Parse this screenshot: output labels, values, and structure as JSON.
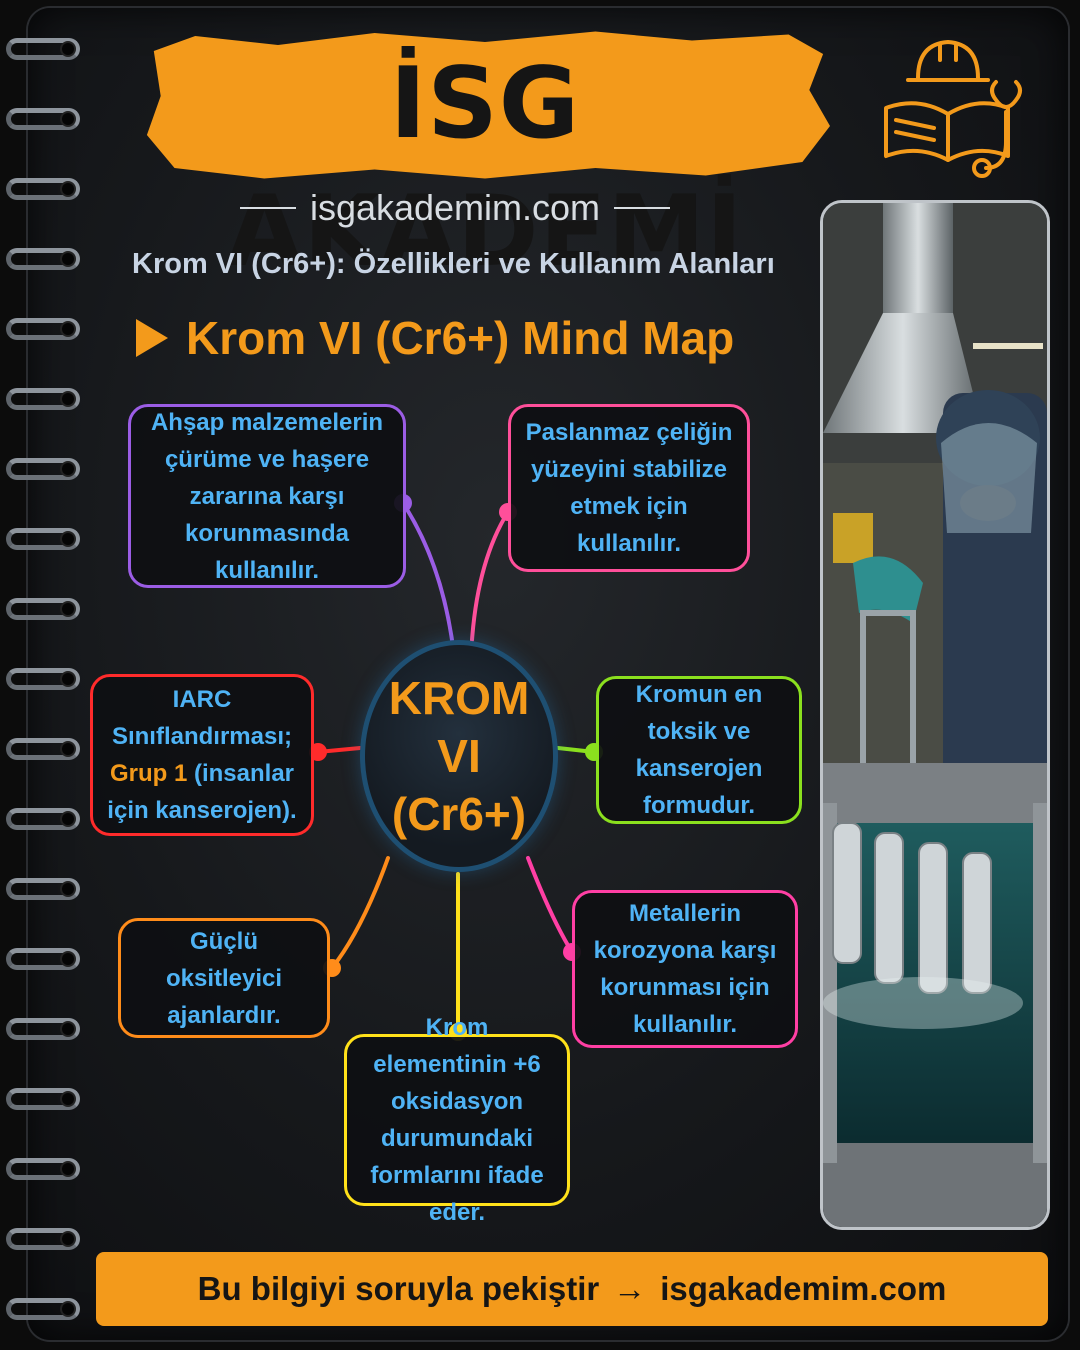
{
  "header": {
    "brand": "İSG AKADEMİ",
    "website": "isgakademim.com",
    "subtitle": "Krom VI (Cr6+): Özellikleri ve Kullanım Alanları",
    "section_title": "Krom VI (Cr6+) Mind Map"
  },
  "logo": {
    "icon": "hardhat-book-stethoscope-icon",
    "color": "#f39a1b"
  },
  "mindmap": {
    "center": {
      "line1": "KROM VI",
      "line2": "(Cr6+)"
    },
    "nodes": {
      "wood": {
        "text": "Ahşap malzemelerin çürüme ve haşere zararına karşı korunmasında kullanılır.",
        "color": "#9b5de5"
      },
      "steel": {
        "text": "Paslanmaz çeliğin yüzeyini stabilize etmek için kullanılır.",
        "color": "#ff4f9a"
      },
      "iarc": {
        "prefix": "IARC Sınıflandırması;",
        "emphasis": "Grup 1",
        "suffix": "(insanlar için kanserojen).",
        "color": "#ff2b2b"
      },
      "toxic": {
        "text": "Kromun en toksik ve kanserojen formudur.",
        "color": "#8be01e"
      },
      "oxidizer": {
        "text": "Güçlü oksitleyici ajanlardır.",
        "color": "#ff8c1a"
      },
      "corrosion": {
        "text": "Metallerin korozyona karşı korunması için kullanılır.",
        "color": "#ff3fa4"
      },
      "oxidation": {
        "text": "Krom elementinin +6 oksidasyon durumundaki formlarını ifade eder.",
        "color": "#ffe11a"
      }
    }
  },
  "photo": {
    "subject": "worker-electroplating-photo"
  },
  "footer": {
    "text": "Bu bilgiyi soruyla pekiştir",
    "arrow": "→",
    "link": "isgakademim.com"
  },
  "colors": {
    "accent": "#f39a1b",
    "text_blue": "#4fb3f5",
    "background": "#16181b"
  }
}
